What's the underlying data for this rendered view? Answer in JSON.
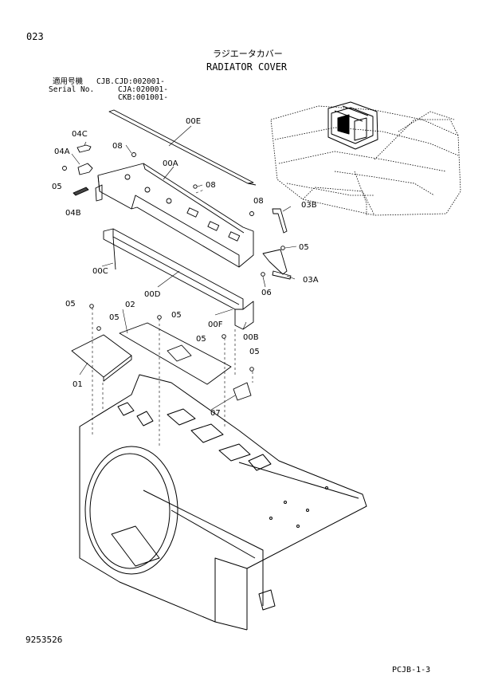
{
  "header": {
    "page_no": "023",
    "title_jp": "ラジエータカバー",
    "title_en": "RADIATOR COVER",
    "applic_jp": "適用号機",
    "serial_label": "Serial No.",
    "serial_1": "CJB.CJD:002001-",
    "serial_2": "CJA:020001-",
    "serial_3": "CKB:001001-"
  },
  "callouts": {
    "c00E": "00E",
    "c04C": "04C",
    "c04A": "04A",
    "c08a": "08",
    "c00A": "00A",
    "c05a": "05",
    "c08b": "08",
    "c04B": "04B",
    "c08c": "08",
    "c03B": "03B",
    "c05b": "05",
    "c00C": "00C",
    "c03A": "03A",
    "c06": "06",
    "c00D": "00D",
    "c05c": "05",
    "c02": "02",
    "c05d": "05",
    "c05e": "05",
    "c00F": "00F",
    "c00B": "00B",
    "c05f": "05",
    "c05g": "05",
    "c01": "01",
    "c07": "07"
  },
  "footer": {
    "drawing_no": "9253526",
    "page_ref": "PCJB-1-3"
  }
}
